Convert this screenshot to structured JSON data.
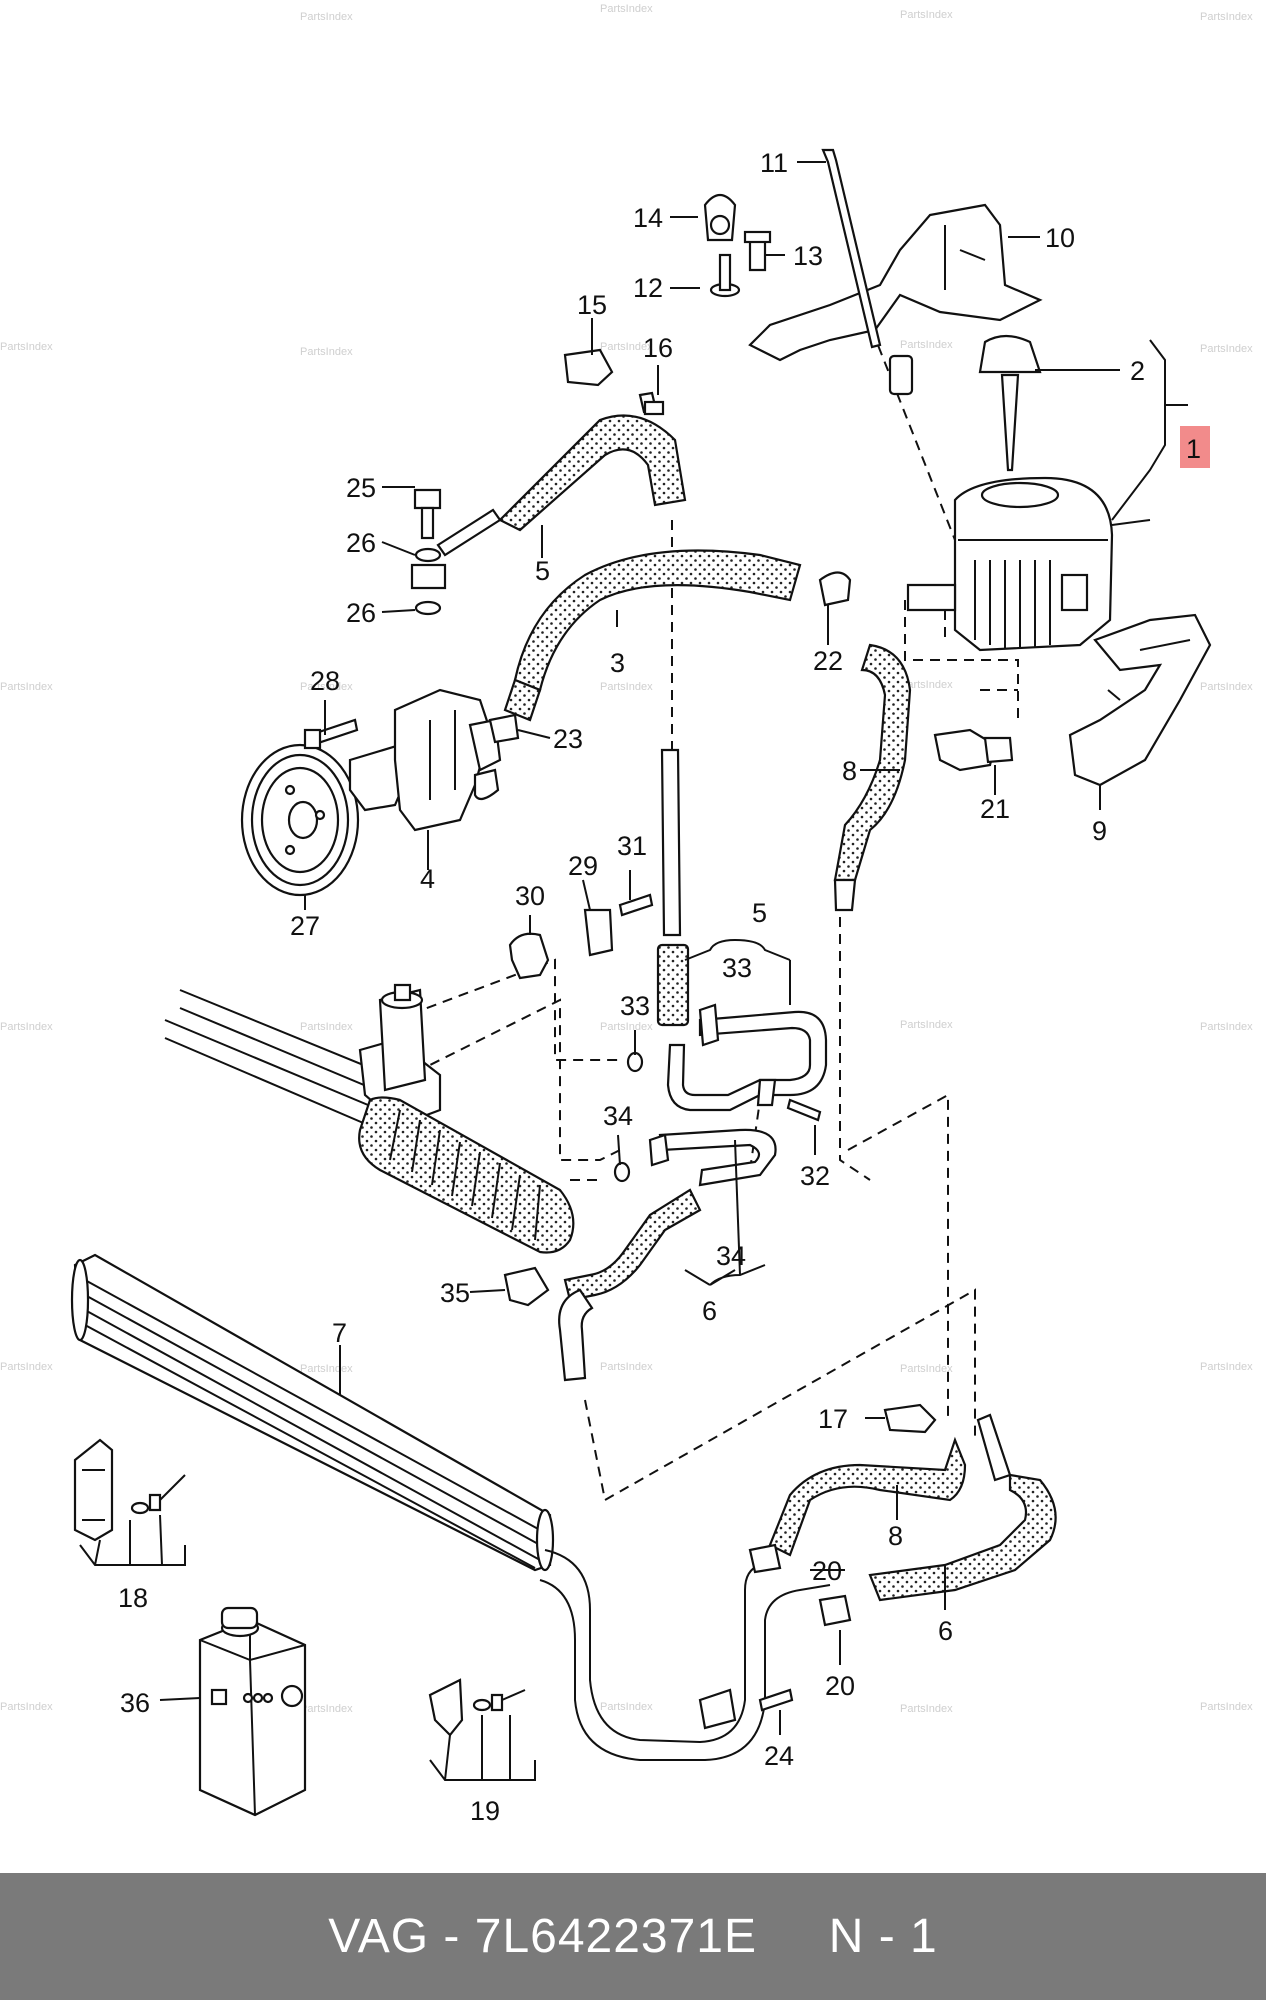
{
  "watermark": "PartsIndex",
  "highlight_color": "#f28b8b",
  "footer": {
    "text": "VAG - 7L6422371E     N - 1",
    "background": "#7a7a7a"
  },
  "callouts": {
    "c1": "1",
    "c2": "2",
    "c3": "3",
    "c4": "4",
    "c5a": "5",
    "c5b": "5",
    "c6a": "6",
    "c6b": "6",
    "c7": "7",
    "c8a": "8",
    "c8b": "8",
    "c9": "9",
    "c10": "10",
    "c11": "11",
    "c12": "12",
    "c13": "13",
    "c14": "14",
    "c15": "15",
    "c16": "16",
    "c17": "17",
    "c18": "18",
    "c19": "19",
    "c20a": "20",
    "c20b": "20",
    "c21": "21",
    "c22": "22",
    "c23": "23",
    "c24": "24",
    "c25": "25",
    "c26a": "26",
    "c26b": "26",
    "c27": "27",
    "c28": "28",
    "c29": "29",
    "c30": "30",
    "c31": "31",
    "c32": "32",
    "c33a": "33",
    "c33b": "33",
    "c34a": "34",
    "c34b": "34",
    "c35": "35",
    "c36": "36"
  }
}
